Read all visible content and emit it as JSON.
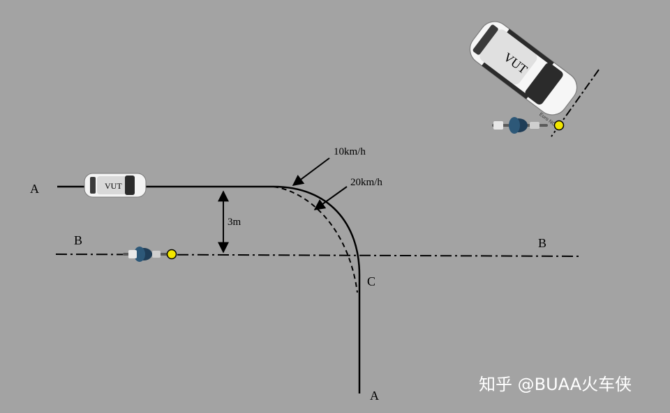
{
  "labels": {
    "path_a_start": "A",
    "path_a_end": "A",
    "path_b_left": "B",
    "path_b_right": "B",
    "point_c": "C",
    "offset": "3m",
    "speed_10": "10km/h",
    "speed_20": "20km/h"
  },
  "vehicles": {
    "vut_text": "VUT",
    "vut_side_text": "Euro NCAP"
  },
  "watermark": "知乎 @BUAA火车侠",
  "colors": {
    "background": "#a3a3a3",
    "line": "#000000",
    "target_light": "#f2e600",
    "car_body": "#f4f4f4",
    "car_glass": "#2b2b2b",
    "rider": "#1f3d57"
  }
}
